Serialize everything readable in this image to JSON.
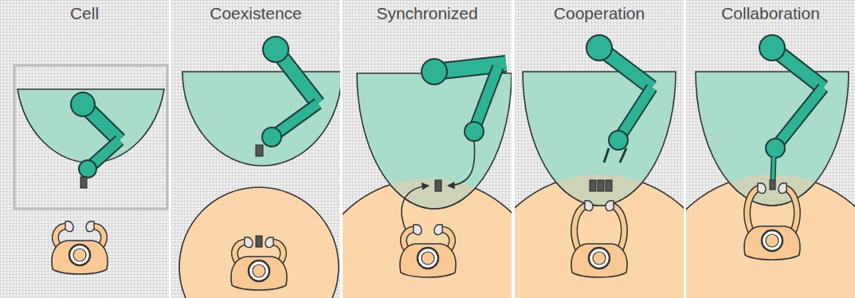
{
  "diagram": {
    "labels": [
      "Cell",
      "Coexistence",
      "Synchronized",
      "Cooperation",
      "Collaboration"
    ]
  }
}
